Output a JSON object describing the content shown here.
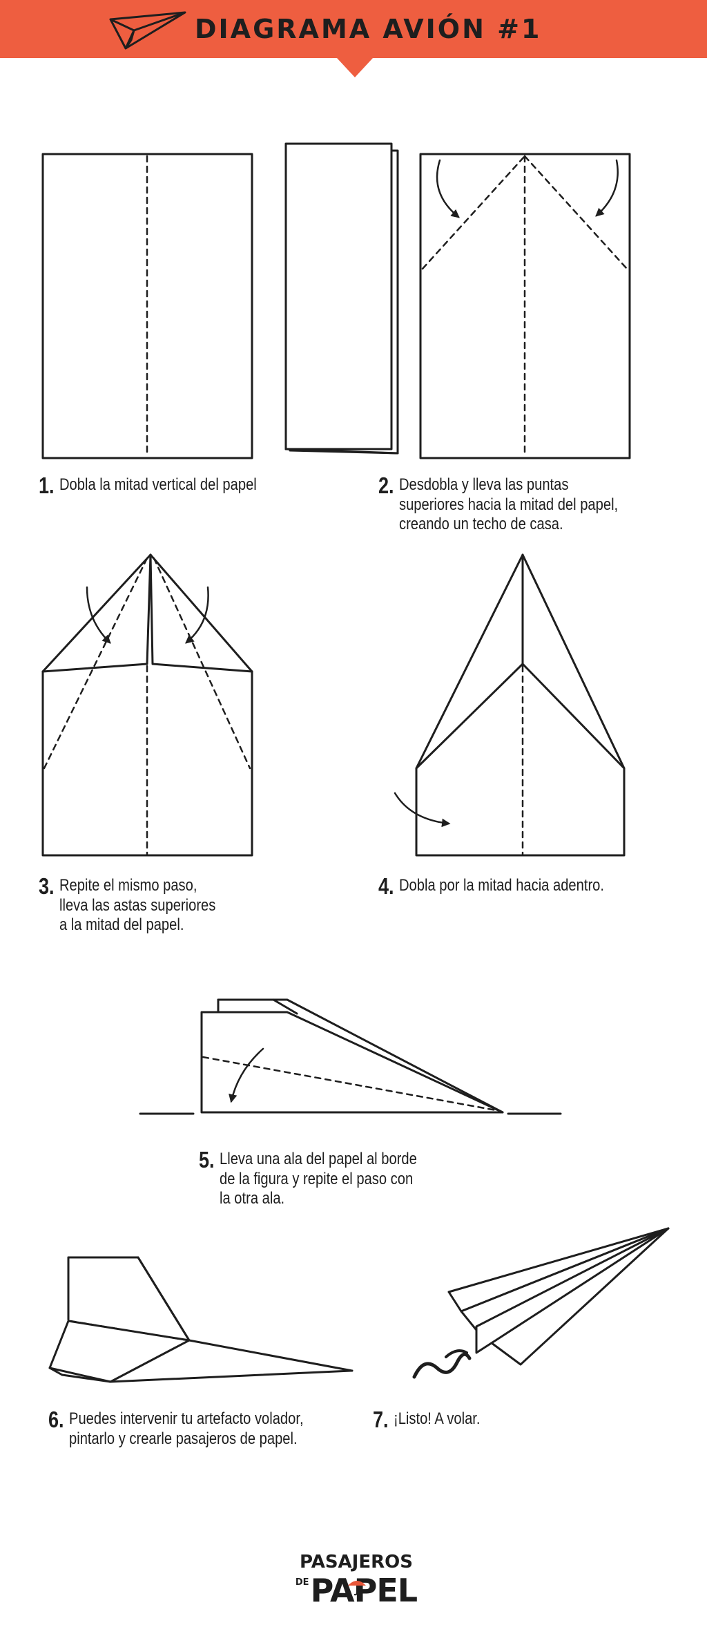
{
  "header": {
    "title": "DIAGRAMA AVIÓN #1",
    "accent_color": "#ee5e40",
    "icon": "paper-plane-icon"
  },
  "steps": [
    {
      "number": "1.",
      "lines": [
        "Dobla la mitad vertical del papel"
      ]
    },
    {
      "number": "2.",
      "lines": [
        "Desdobla y lleva las puntas",
        "superiores hacia la mitad del papel,",
        "creando un techo de casa."
      ]
    },
    {
      "number": "3.",
      "lines": [
        "Repite el mismo paso,",
        "lleva las astas superiores",
        "a la mitad del papel."
      ]
    },
    {
      "number": "4.",
      "lines": [
        "Dobla por la mitad hacia adentro."
      ]
    },
    {
      "number": "5.",
      "lines": [
        "Lleva una ala del papel al borde",
        "de la figura y repite el paso con",
        "la otra ala."
      ]
    },
    {
      "number": "6.",
      "lines": [
        "Puedes intervenir tu artefacto volador,",
        "pintarlo y crearle pasajeros de papel."
      ]
    },
    {
      "number": "7.",
      "lines": [
        "¡Listo! A volar."
      ]
    }
  ],
  "logo": {
    "line1": "PASAJEROS",
    "line2_small": "DE",
    "line2_big": "PAPEL",
    "accent_color": "#e8573a"
  }
}
